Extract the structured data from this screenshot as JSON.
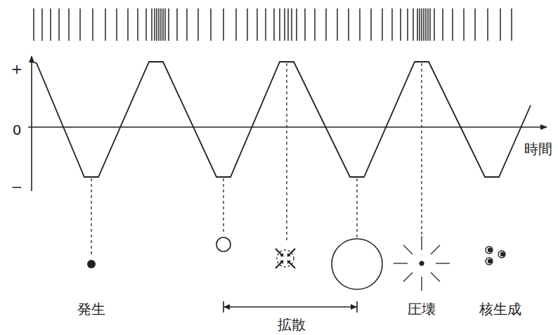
{
  "diagram": {
    "labels": [
      "+",
      "0",
      "−",
      "時間",
      "発生",
      "拡散",
      "圧壊",
      "核生成"
    ]
  }
}
